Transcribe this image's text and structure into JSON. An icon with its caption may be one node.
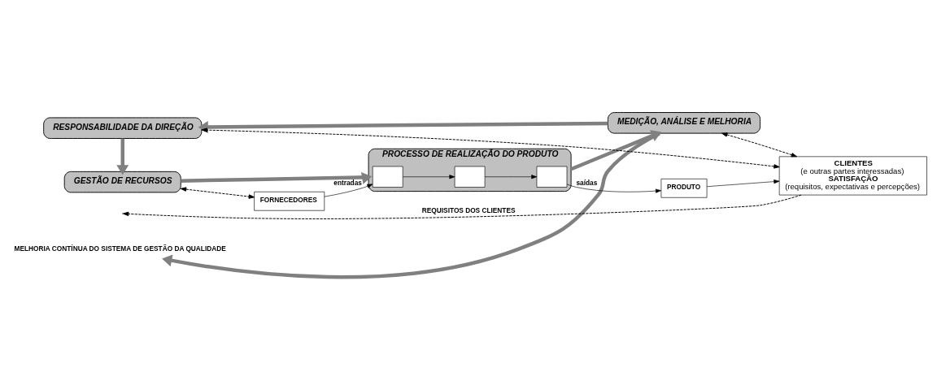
{
  "diagram": {
    "nodes": [
      {
        "text": [
          "RESPONSABILIDADE DA DIREÇÃO"
        ]
      },
      {
        "text": [
          "GESTÃO DE RECURSOS"
        ]
      },
      {
        "text": [
          "MELHORIA CONTÍNUA DO SISTEMA DE GESTÃO DA QUALIDADE"
        ]
      },
      {
        "text": [
          "MEDIÇÃO, ANÁLISE E MELHORIA"
        ]
      },
      {
        "text": [
          "PROCESSO DE REALIZAÇÃO DO PRODUTO"
        ]
      },
      {
        "text": [],
        "shape": "box",
        "in": 4
      },
      {
        "text": [],
        "shape": "box",
        "in": 4
      },
      {
        "text": [],
        "shape": "box",
        "in": 4
      },
      {
        "text": [
          "FORNECEDORES"
        ]
      },
      {
        "text": [
          "PRODUTO"
        ]
      },
      {
        "text": [
          "CLIENTES",
          "(e outras partes interessadas)",
          "SATISFAÇÃO",
          "(requisitos, expectativas e percepções)"
        ]
      }
    ],
    "edges": [
      {
        "from": 0,
        "to": 1,
        "arrow": "to",
        "style": "thick",
        "color": "#808080"
      },
      {
        "from": 1,
        "to": 4,
        "arrow": "to",
        "style": "thick",
        "color": "#808080"
      },
      {
        "from": 4,
        "to": 3,
        "arrow": "to",
        "style": "thick",
        "color": "#808080"
      },
      {
        "from": 3,
        "to": 0,
        "arrow": "to",
        "style": "thick",
        "color": "#808080"
      },
      {
        "from": 3,
        "to": 2,
        "arrow": "to",
        "style": "thick",
        "color": "#808080"
      },
      {
        "from": 10,
        "to": 0,
        "arrow": "both",
        "style": "dashed"
      },
      {
        "from": 3,
        "to": 10,
        "arrow": "both",
        "style": "dashed"
      },
      {
        "from": 1,
        "to": 8,
        "arrow": "both",
        "style": "dashed"
      },
      {
        "from": 8,
        "to": 5,
        "arrow": "to",
        "label": "entradas"
      },
      {
        "from": 5,
        "to": 6,
        "arrow": "to"
      },
      {
        "from": 6,
        "to": 7,
        "arrow": "to"
      },
      {
        "from": 7,
        "to": 9,
        "arrow": "to",
        "label": "saídas"
      },
      {
        "from": 9,
        "to": 10,
        "arrow": "to"
      },
      {
        "from": 10,
        "to": null,
        "arrow": "to",
        "style": "dashed",
        "label": "REQUISITOS DOS CLIENTES"
      }
    ]
  }
}
